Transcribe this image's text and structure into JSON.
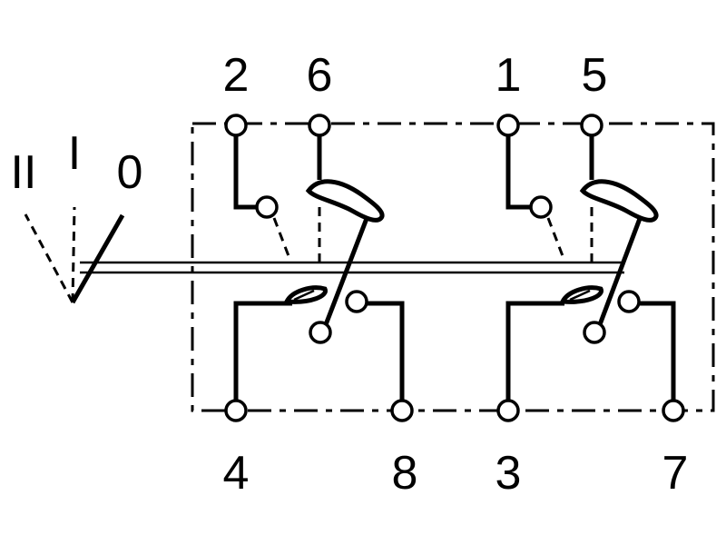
{
  "terminals": {
    "t2": "2",
    "t6": "6",
    "t1": "1",
    "t5": "5",
    "t4": "4",
    "t8": "8",
    "t3": "3",
    "t7": "7"
  },
  "positions": {
    "pos_two": "II",
    "pos_one": "I",
    "pos_zero": "0"
  }
}
